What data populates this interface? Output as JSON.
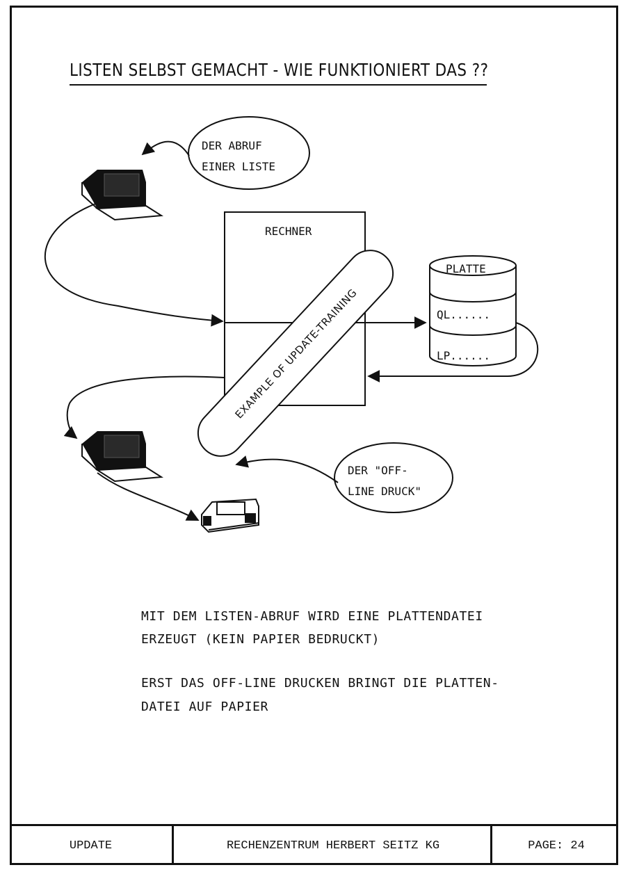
{
  "title": "LISTEN SELBST GEMACHT - WIE FUNKTIONIERT DAS ??",
  "diagram": {
    "bubble_top_line1": "DER ABRUF",
    "bubble_top_line2": "EINER LISTE",
    "rechner_label": "RECHNER",
    "platte_label": "PLATTE",
    "platte_row1": "QL......",
    "platte_row2": "LP......",
    "band_label": "EXAMPLE OF UPDATE-TRAINING",
    "bubble_bottom_line1": "DER \"OFF-",
    "bubble_bottom_line2": "LINE DRUCK\""
  },
  "text": {
    "para1_line1": "MIT DEM LISTEN-ABRUF WIRD EINE PLATTENDATEI",
    "para1_line2": "ERZEUGT (KEIN PAPIER BEDRUCKT)",
    "para2_line1": "ERST DAS OFF-LINE DRUCKEN BRINGT DIE PLATTEN-",
    "para2_line2": "DATEI AUF PAPIER"
  },
  "footer": {
    "left": "UPDATE",
    "center": "RECHENZENTRUM HERBERT SEITZ KG",
    "right": "PAGE: 24"
  }
}
